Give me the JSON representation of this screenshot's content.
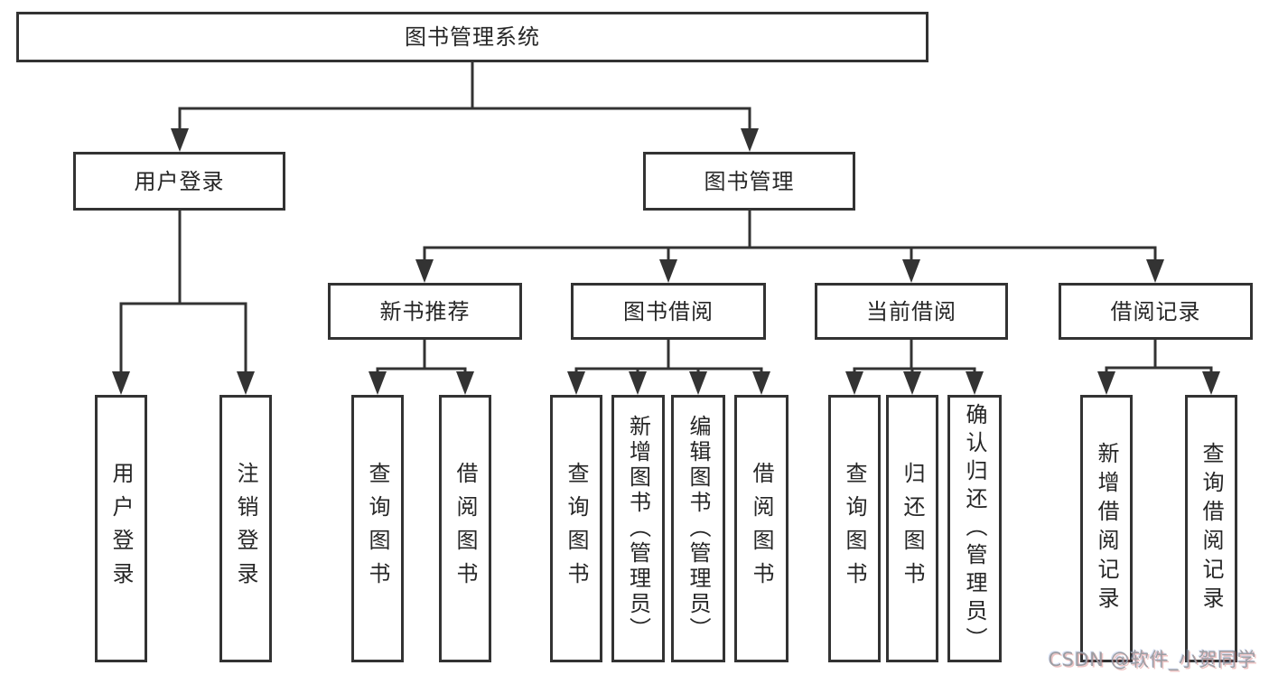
{
  "watermark": {
    "text": "CSDN @软件_小贺同学"
  },
  "colors": {
    "line": "#333333",
    "box_border": "#333333",
    "box_fill": "#ffffff",
    "text": "#262626",
    "watermark": "#9d9da2"
  },
  "tree": {
    "root": {
      "label": "图书管理系统"
    },
    "children": [
      {
        "label": "用户登录",
        "children": [
          {
            "label": "用户登录"
          },
          {
            "label": "注销登录"
          }
        ]
      },
      {
        "label": "图书管理",
        "children": [
          {
            "label": "新书推荐",
            "children": [
              {
                "label": "查询图书"
              },
              {
                "label": "借阅图书"
              }
            ]
          },
          {
            "label": "图书借阅",
            "children": [
              {
                "label": "查询图书"
              },
              {
                "label": "新增图书（管理员）"
              },
              {
                "label": "编辑图书（管理员）"
              },
              {
                "label": "借阅图书"
              }
            ]
          },
          {
            "label": "当前借阅",
            "children": [
              {
                "label": "查询图书"
              },
              {
                "label": "归还图书"
              },
              {
                "label": "确认归还（管理员）"
              }
            ]
          },
          {
            "label": "借阅记录",
            "children": [
              {
                "label": "新增借阅记录"
              },
              {
                "label": "查询借阅记录"
              }
            ]
          }
        ]
      }
    ]
  }
}
